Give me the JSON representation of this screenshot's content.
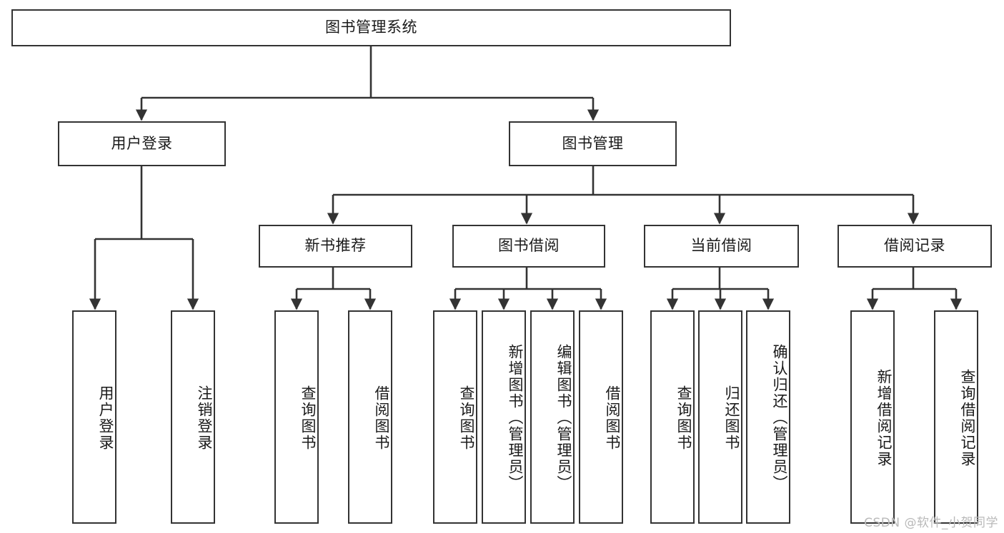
{
  "diagram": {
    "type": "tree-hierarchy",
    "title": "图书管理系统",
    "background_color": "#ffffff",
    "line_color": "#333333",
    "text_color": "#1a1a1a",
    "watermark": "CSDN @软件_小贺同学",
    "nodes": {
      "root": {
        "label": "图书管理系统"
      },
      "level1": [
        {
          "id": "user-login",
          "label": "用户登录"
        },
        {
          "id": "book-manage",
          "label": "图书管理"
        }
      ],
      "level2": [
        {
          "id": "new-book-recommend",
          "label": "新书推荐"
        },
        {
          "id": "book-borrow",
          "label": "图书借阅"
        },
        {
          "id": "current-borrow",
          "label": "当前借阅"
        },
        {
          "id": "borrow-record",
          "label": "借阅记录"
        }
      ],
      "leaves": {
        "user-login": [
          {
            "id": "leaf-user-login",
            "label": "用户登录"
          },
          {
            "id": "leaf-user-logout",
            "label": "注销登录"
          }
        ],
        "new-book-recommend": [
          {
            "id": "leaf-query-book-1",
            "label": "查询图书"
          },
          {
            "id": "leaf-borrow-book-1",
            "label": "借阅图书"
          }
        ],
        "book-borrow": [
          {
            "id": "leaf-query-book-2",
            "label": "查询图书"
          },
          {
            "id": "leaf-add-book",
            "label": "新增图书（管理员）"
          },
          {
            "id": "leaf-edit-book",
            "label": "编辑图书（管理员）"
          },
          {
            "id": "leaf-borrow-book-2",
            "label": "借阅图书"
          }
        ],
        "current-borrow": [
          {
            "id": "leaf-query-book-3",
            "label": "查询图书"
          },
          {
            "id": "leaf-return-book",
            "label": "归还图书"
          },
          {
            "id": "leaf-confirm-return",
            "label": "确认归还（管理员）"
          }
        ],
        "borrow-record": [
          {
            "id": "leaf-add-record",
            "label": "新增借阅记录"
          },
          {
            "id": "leaf-query-record",
            "label": "查询借阅记录"
          }
        ]
      }
    }
  }
}
